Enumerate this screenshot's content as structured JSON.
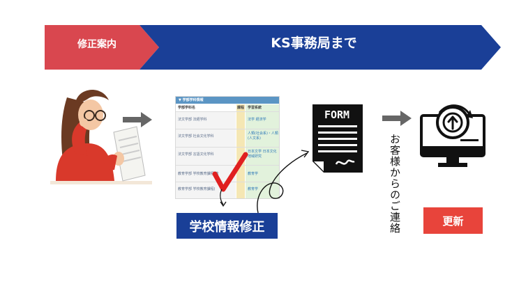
{
  "header": {
    "step1": "修正案内",
    "step2": "KS事務局まで"
  },
  "table": {
    "title": "▼ 学部学科情報",
    "headers": [
      "学部学科名",
      "課程",
      "学習系統"
    ],
    "rows": [
      {
        "name": "法文学部 法経学科",
        "course": "",
        "field": "法学 経済学"
      },
      {
        "name": "法文学部 社会文化学科",
        "course": "",
        "field": "人類(社会系)・人類(人文系)"
      },
      {
        "name": "法文学部 言語文化学科",
        "course": "",
        "field": "日本文学 日本文化 地域研究"
      },
      {
        "name": "教育学部 学校教育課程(教",
        "course": "",
        "field": "教育学"
      },
      {
        "name": "教育学部 学校教育課程(",
        "course": "",
        "field": "教育学"
      }
    ]
  },
  "buttons": {
    "edit": "学校情報修正",
    "update": "更新"
  },
  "form_icon_text": "FORM",
  "contact_text": "お客様からのご連絡",
  "colors": {
    "banner_red": "#d9474f",
    "banner_blue": "#1a3f97",
    "arrow_gray": "#666666",
    "check_red": "#e02020",
    "edit_button": "#1a3f97",
    "update_button": "#e8443b"
  },
  "icons": [
    "person-reading-document-illustration",
    "form-document-icon",
    "computer-update-icon",
    "checkmark-icon"
  ]
}
